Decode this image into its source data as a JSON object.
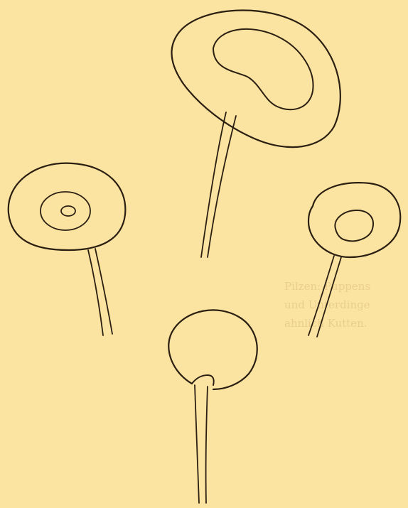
{
  "figure": {
    "specimens": [
      {
        "name": "large-kidney-shaped-cap"
      },
      {
        "name": "left-concentric-cap"
      },
      {
        "name": "right-oval-cap"
      },
      {
        "name": "bottom-round-cap"
      }
    ]
  },
  "colors": {
    "paper": "#fbe3a1",
    "ink": "#2b1f12",
    "bleed_through": "#c9a86a"
  },
  "bleed_through_text": [
    "Pilzen: Puppens",
    "und Unterdinge",
    "ahnlich Kutten."
  ]
}
